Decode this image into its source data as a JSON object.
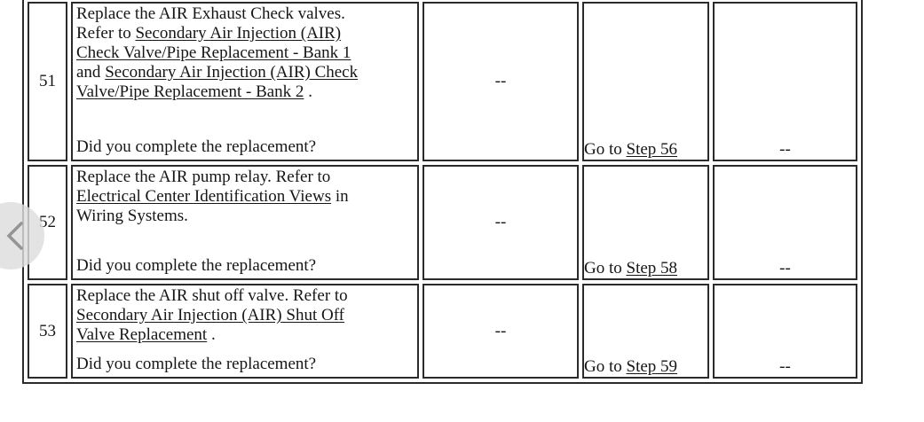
{
  "theme": {
    "background": "#ffffff",
    "table_border_color": "#2b2b2b",
    "text_color": "#161616",
    "prev_button_circle_color": "#dddddd",
    "prev_button_chevron_color": "#949494"
  },
  "nav": {
    "prev_button_icon": "chevron-left-icon"
  },
  "table": {
    "rows": [
      {
        "step": "51",
        "action_lines": [
          [
            {
              "text": "Replace the AIR Exhaust Check valves."
            }
          ],
          [
            {
              "text": "Refer to "
            },
            {
              "text": "Secondary Air Injection (AIR)",
              "link": true
            }
          ],
          [
            {
              "text": "Check Valve/Pipe Replacement - Bank 1",
              "link": true
            }
          ],
          [
            {
              "text": "and "
            },
            {
              "text": "Secondary Air Injection (AIR) Check",
              "link": true
            }
          ],
          [
            {
              "text": "Valve/Pipe Replacement - Bank 2",
              "link": true
            },
            {
              "text": " ."
            }
          ]
        ],
        "question": "Did you complete the replacement?",
        "value": "--",
        "yes_segments": [
          {
            "text": "Go to "
          },
          {
            "text": "Step 56",
            "link": true
          }
        ],
        "no": "--"
      },
      {
        "step": "52",
        "action_lines": [
          [
            {
              "text": "Replace the AIR pump relay. Refer to"
            }
          ],
          [
            {
              "text": "Electrical Center Identification Views",
              "link": true
            },
            {
              "text": " in"
            }
          ],
          [
            {
              "text": "Wiring Systems."
            }
          ]
        ],
        "question": "Did you complete the replacement?",
        "value": "--",
        "yes_segments": [
          {
            "text": "Go to "
          },
          {
            "text": "Step 58",
            "link": true
          }
        ],
        "no": "--"
      },
      {
        "step": "53",
        "action_lines": [
          [
            {
              "text": "Replace the AIR shut off valve. Refer to"
            }
          ],
          [
            {
              "text": "Secondary Air Injection (AIR) Shut Off",
              "link": true
            }
          ],
          [
            {
              "text": "Valve Replacement",
              "link": true
            },
            {
              "text": " ."
            }
          ]
        ],
        "question": "Did you complete the replacement?",
        "value": "--",
        "yes_segments": [
          {
            "text": "Go to "
          },
          {
            "text": "Step 59",
            "link": true
          }
        ],
        "no": "--"
      }
    ]
  }
}
